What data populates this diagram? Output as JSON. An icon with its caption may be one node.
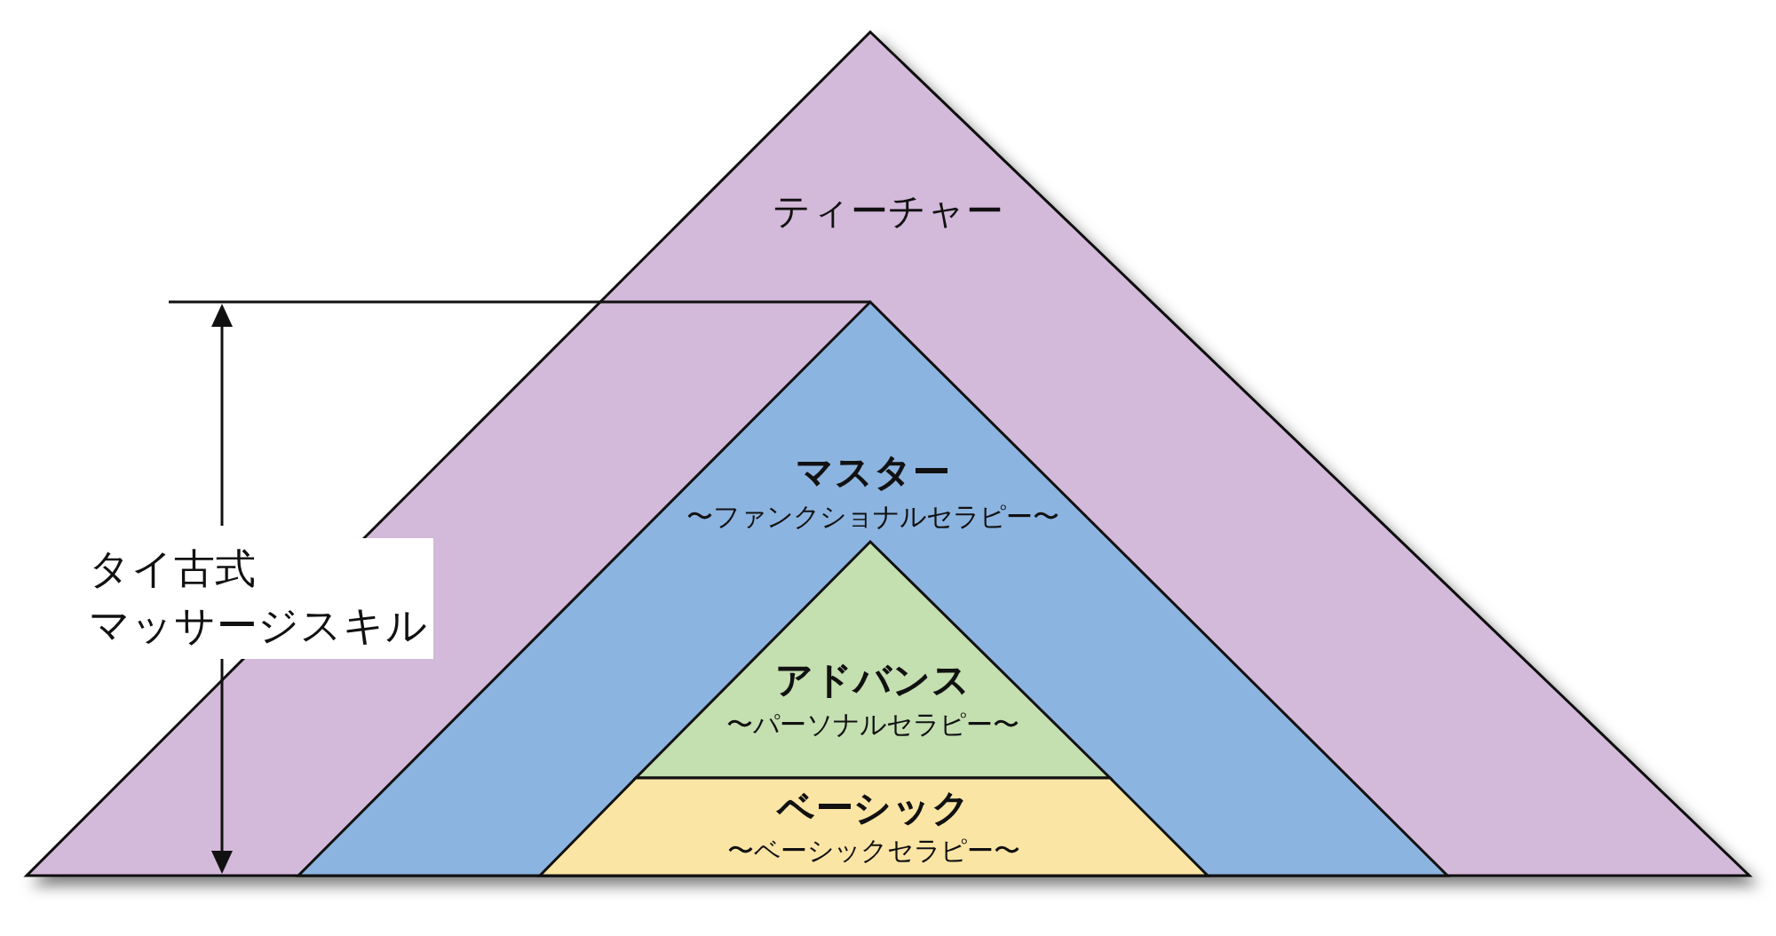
{
  "diagram": {
    "nodes": [
      {
        "text": [
          "ティーチャー"
        ]
      },
      {
        "text": [
          "マスター",
          "〜ファンクショナルセラピー〜"
        ],
        "in": 0
      },
      {
        "text": [
          "アドバンス",
          "〜パーソナルセラピー〜"
        ],
        "in": 1
      },
      {
        "text": [
          "ベーシック",
          "〜ベーシックセラピー〜"
        ],
        "in": 1
      }
    ],
    "labels": [
      "タイ古式マッサージスキル"
    ]
  }
}
